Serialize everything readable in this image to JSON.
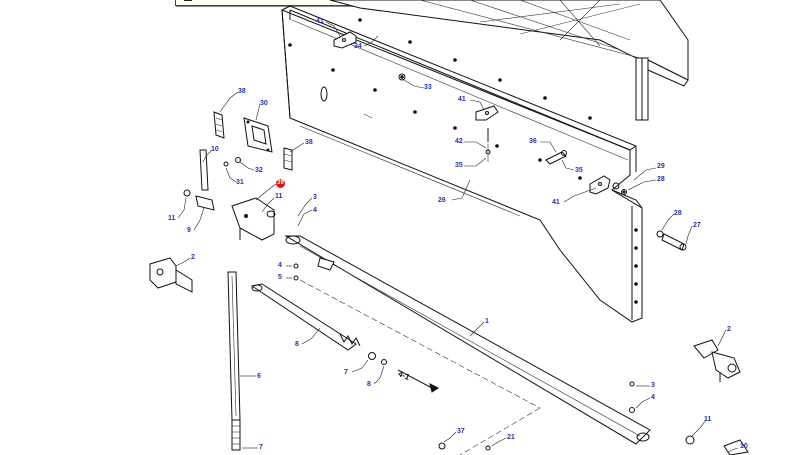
{
  "diagram": {
    "callouts": [
      {
        "id": "c41a",
        "label": "41"
      },
      {
        "id": "c34",
        "label": "34"
      },
      {
        "id": "c33",
        "label": "33"
      },
      {
        "id": "c41b",
        "label": "41"
      },
      {
        "id": "c42",
        "label": "42"
      },
      {
        "id": "c35a",
        "label": "35"
      },
      {
        "id": "c36",
        "label": "36"
      },
      {
        "id": "c35b",
        "label": "35"
      },
      {
        "id": "c29",
        "label": "29"
      },
      {
        "id": "c28a",
        "label": "28"
      },
      {
        "id": "c26",
        "label": "26"
      },
      {
        "id": "c41c",
        "label": "41"
      },
      {
        "id": "c28b",
        "label": "28"
      },
      {
        "id": "c27",
        "label": "27"
      },
      {
        "id": "c38a",
        "label": "38"
      },
      {
        "id": "c30",
        "label": "30"
      },
      {
        "id": "c38b",
        "label": "38"
      },
      {
        "id": "c10",
        "label": "10"
      },
      {
        "id": "c32",
        "label": "32"
      },
      {
        "id": "c31",
        "label": "31"
      },
      {
        "id": "c39",
        "label": "39"
      },
      {
        "id": "c11a",
        "label": "11"
      },
      {
        "id": "c3a",
        "label": "3"
      },
      {
        "id": "c4a",
        "label": "4"
      },
      {
        "id": "c11b",
        "label": "11"
      },
      {
        "id": "c9",
        "label": "9"
      },
      {
        "id": "c2a",
        "label": "2"
      },
      {
        "id": "c4b",
        "label": "4"
      },
      {
        "id": "c5",
        "label": "5"
      },
      {
        "id": "c1",
        "label": "1"
      },
      {
        "id": "c8a",
        "label": "8"
      },
      {
        "id": "c7a",
        "label": "7"
      },
      {
        "id": "c8b",
        "label": "8"
      },
      {
        "id": "c6",
        "label": "6"
      },
      {
        "id": "c7b",
        "label": "7"
      },
      {
        "id": "c2b",
        "label": "2"
      },
      {
        "id": "c3b",
        "label": "3"
      },
      {
        "id": "c4c",
        "label": "4"
      },
      {
        "id": "c37",
        "label": "37"
      },
      {
        "id": "c21",
        "label": "21"
      },
      {
        "id": "c11c",
        "label": "11"
      },
      {
        "id": "c10b",
        "label": "10"
      }
    ],
    "arrow_label": "4-1",
    "colors": {
      "callout": "#2233aa",
      "hotspot": "#e01010",
      "line": "#111111"
    }
  }
}
